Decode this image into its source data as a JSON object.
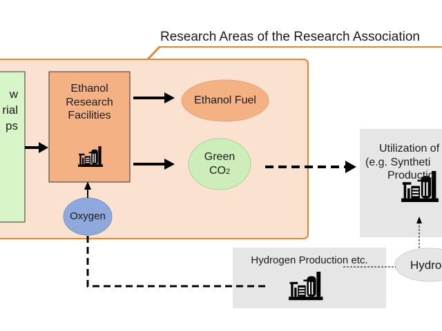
{
  "title": "Research Areas of the Research Association",
  "left_box": {
    "lines": [
      "w",
      "rial",
      "ps"
    ]
  },
  "ethanol_research": {
    "lines": [
      "Ethanol",
      "Research",
      "Facilities"
    ],
    "icon": "factory-icon"
  },
  "ethanol_fuel": {
    "label": "Ethanol Fuel"
  },
  "green_co2": {
    "line1": "Green",
    "line2_main": "CO",
    "line2_sub": "2"
  },
  "oxygen": {
    "label": "Oxygen"
  },
  "utilization": {
    "lines": [
      "Utilization of",
      "(e.g. Syntheti",
      "Productio"
    ],
    "icon": "factory-icon"
  },
  "hydrogen_production": {
    "label": "Hydrogen Production etc.",
    "icon": "factory-icon"
  },
  "hydrogen": {
    "label": "Hydro"
  },
  "colors": {
    "orange_border": "#e8822e",
    "orange_fill": "#fbe2d0",
    "ethanol_box_fill": "#f3b184",
    "green_box_fill": "#d8f5c8",
    "green_ellipse_fill": "#cdeebb",
    "oxygen_fill": "#8fa9dd",
    "gray_box_fill": "#e6e6e6",
    "arrow": "#000000"
  }
}
